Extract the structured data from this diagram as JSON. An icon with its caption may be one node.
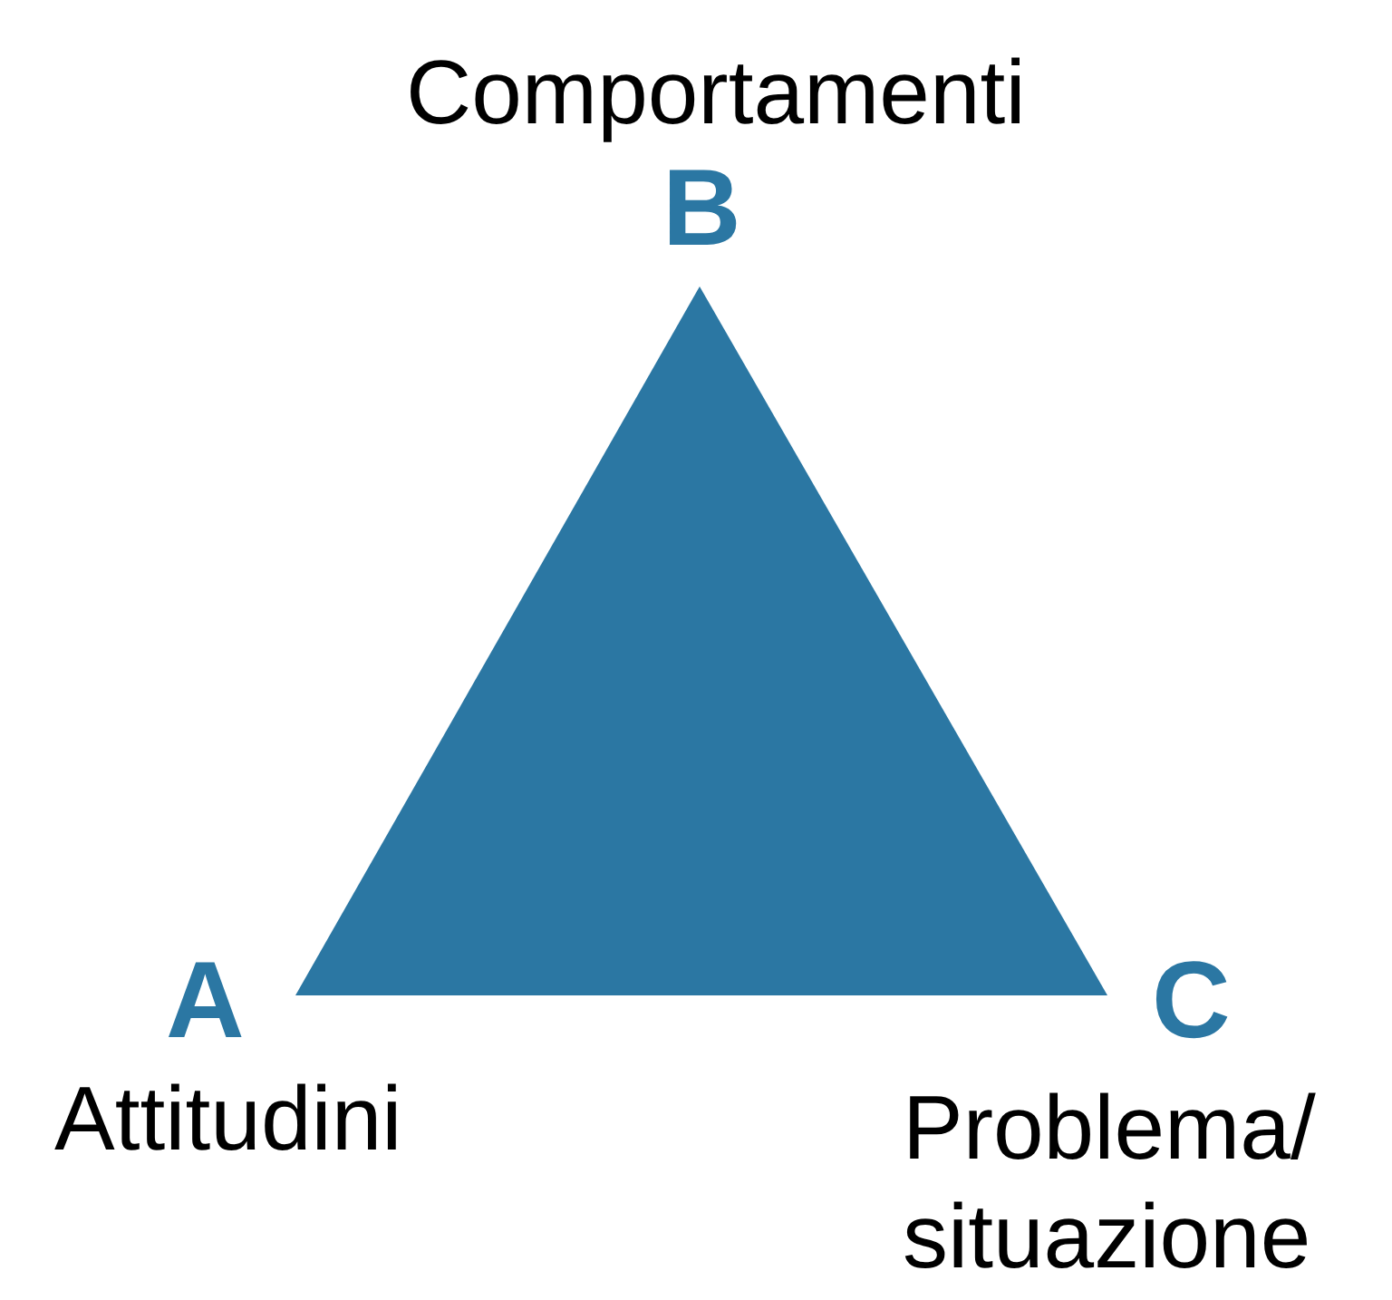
{
  "diagram": {
    "labels": [
      "Comportamenti",
      "B",
      "A",
      "C",
      "Attitudini",
      "Problema/ situazione"
    ]
  }
}
